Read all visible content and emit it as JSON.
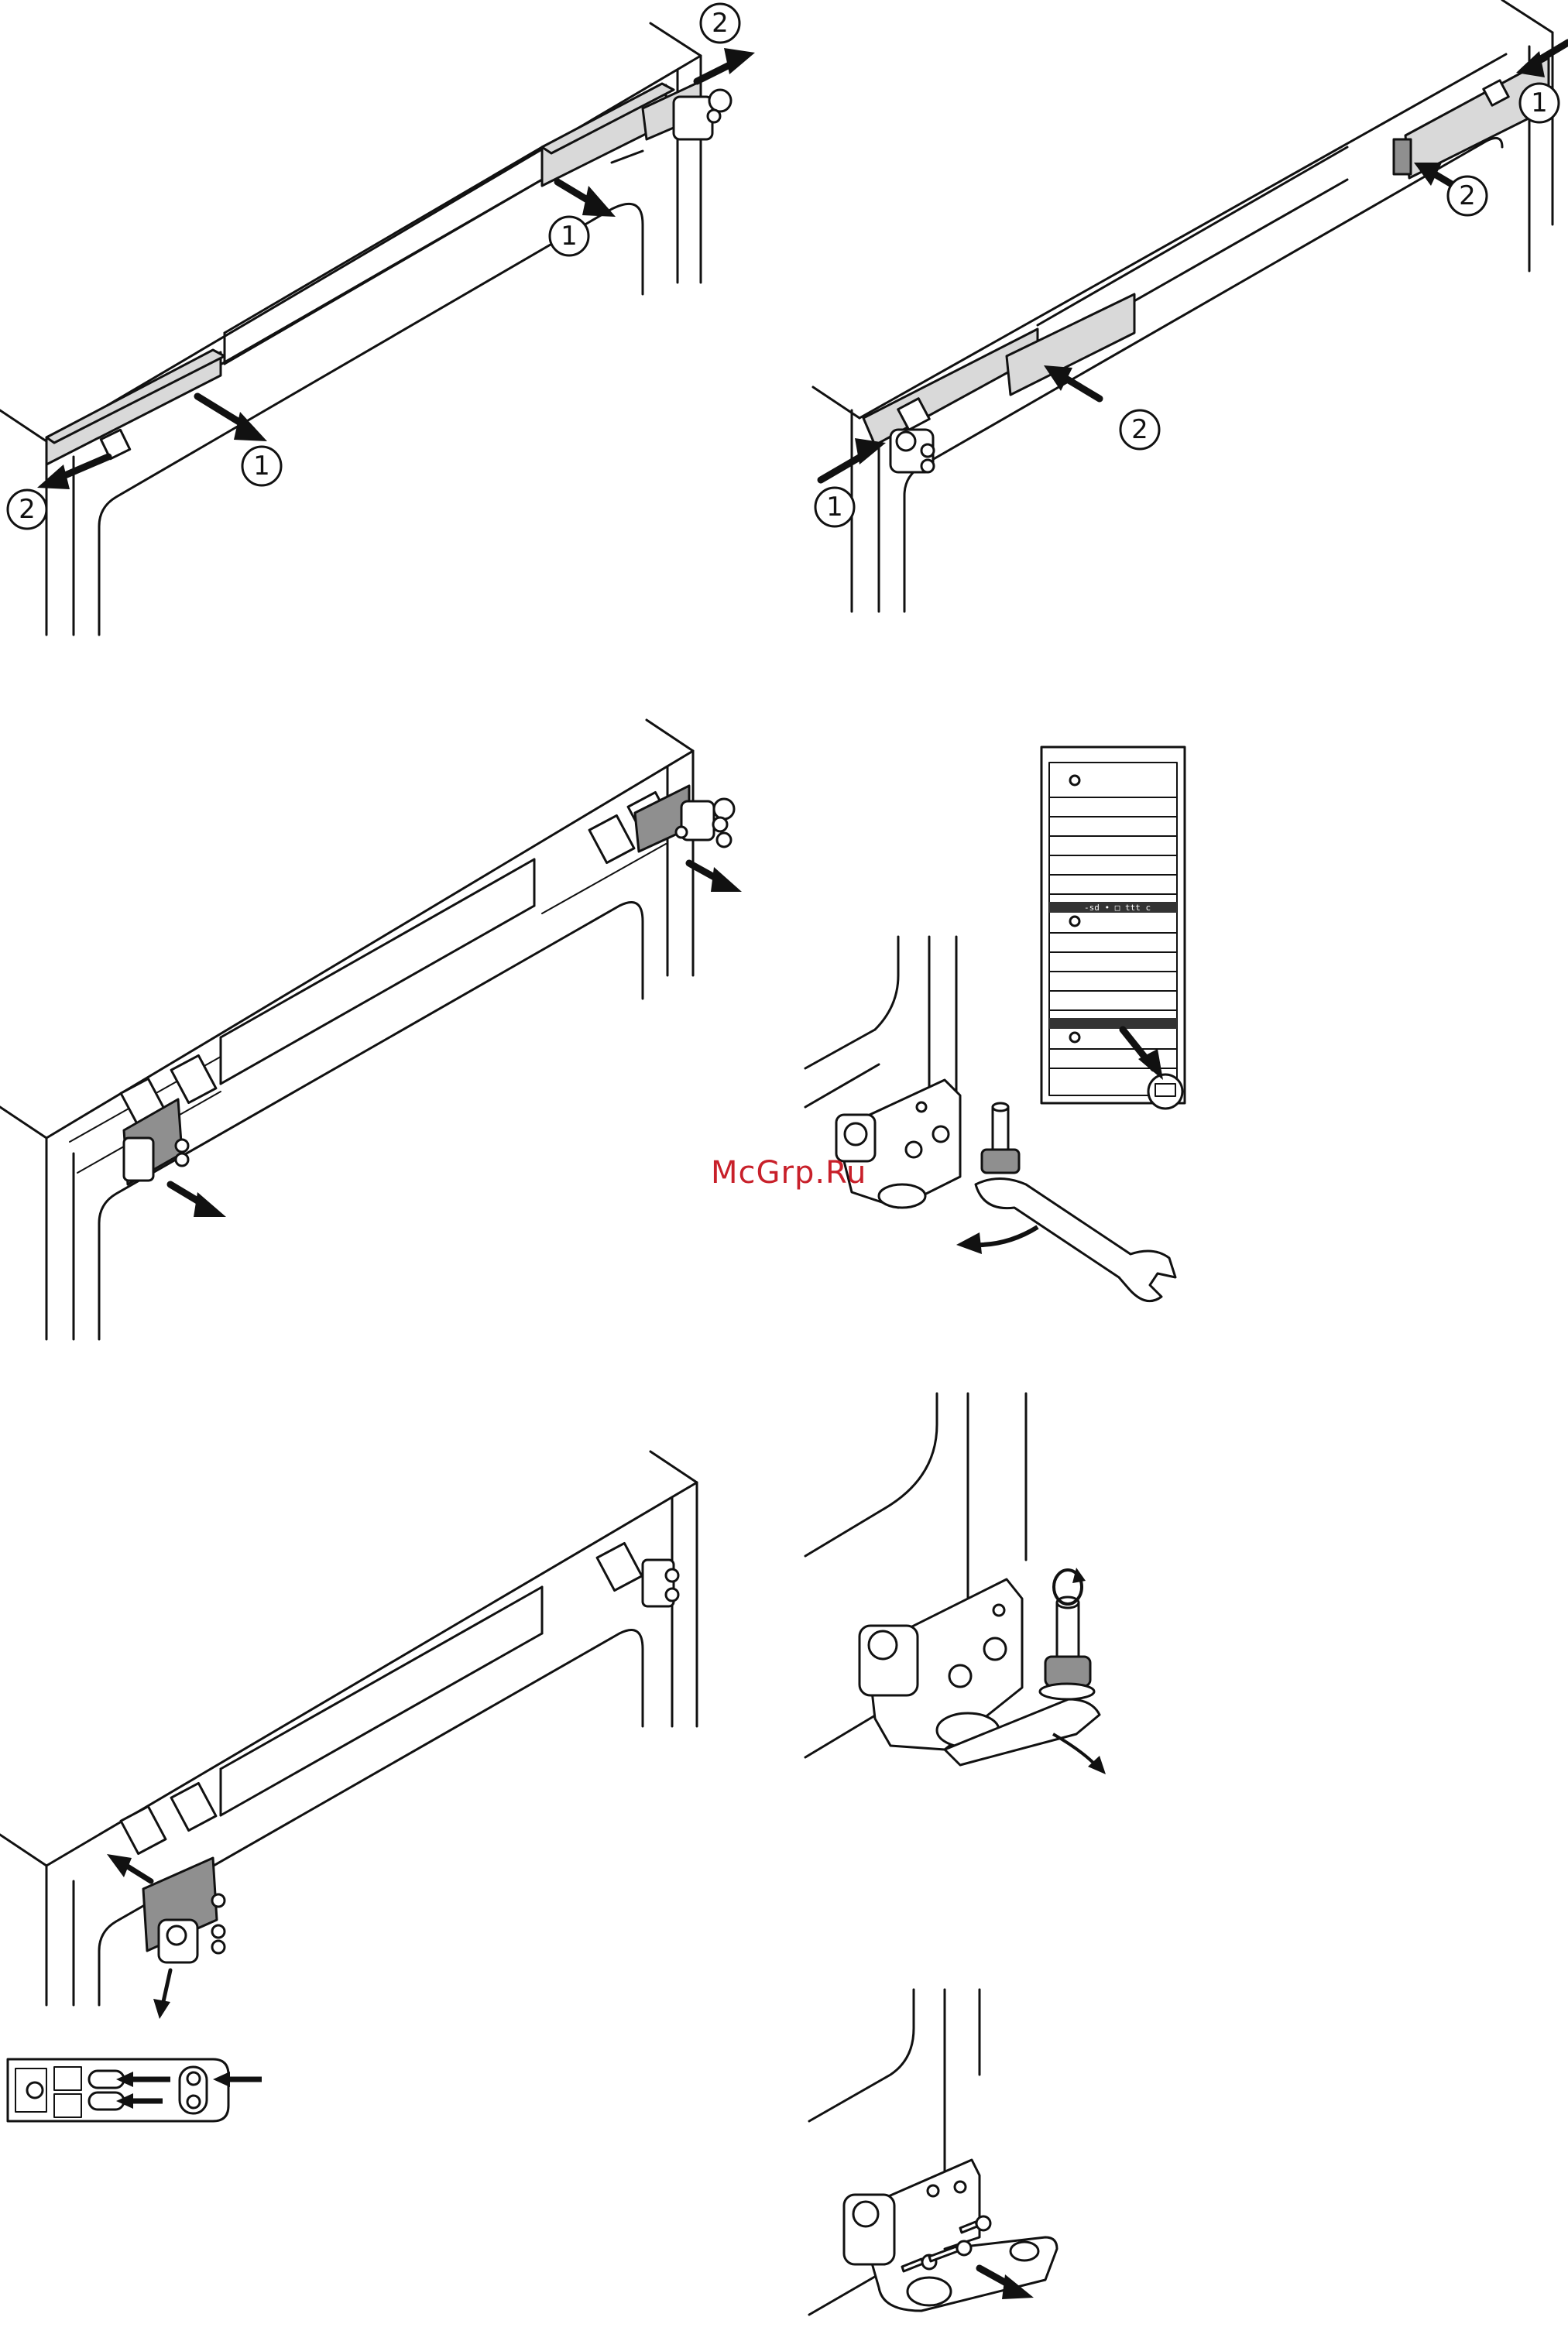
{
  "watermark": "McGrp.Ru",
  "callouts": {
    "one": "1",
    "two": "2"
  },
  "control_panel_text": "-sd • □ ttt c"
}
